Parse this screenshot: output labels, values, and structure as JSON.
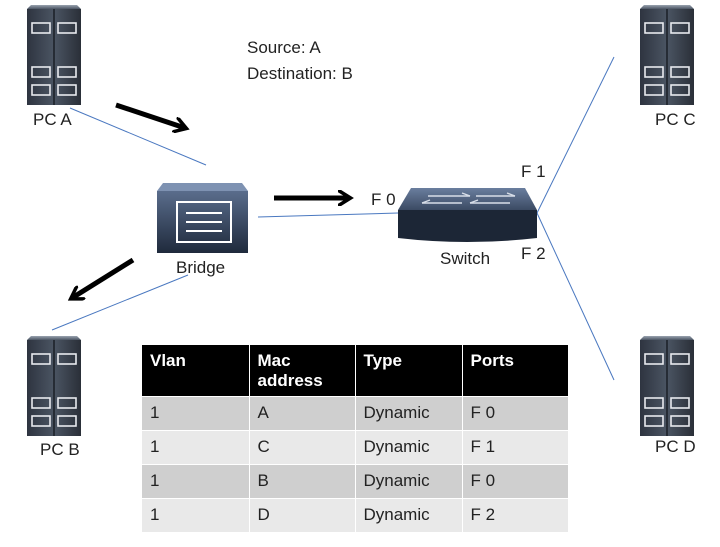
{
  "labels": {
    "pc_a": "PC A",
    "pc_b": "PC B",
    "pc_c": "PC C",
    "pc_d": "PC D",
    "bridge": "Bridge",
    "switch": "Switch",
    "port_f0": "F 0",
    "port_f1": "F 1",
    "port_f2": "F 2",
    "source": "Source: A",
    "destination": "Destination: B"
  },
  "table": {
    "headers": [
      "Vlan",
      "Mac address",
      "Type",
      "Ports"
    ],
    "rows": [
      [
        "1",
        "A",
        "Dynamic",
        "F 0"
      ],
      [
        "1",
        "C",
        "Dynamic",
        "F 1"
      ],
      [
        "1",
        "B",
        "Dynamic",
        "F 0"
      ],
      [
        "1",
        "D",
        "Dynamic",
        "F 2"
      ]
    ]
  }
}
